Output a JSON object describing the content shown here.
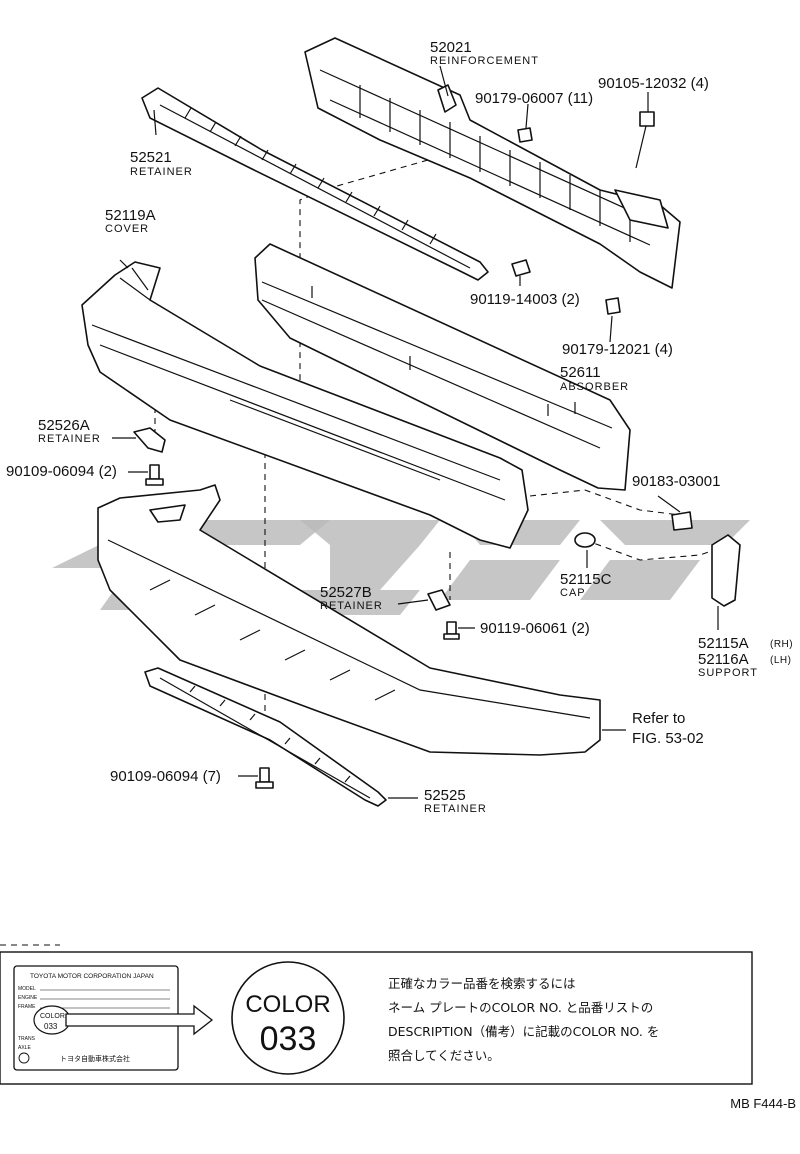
{
  "watermark_color": "#b0b0b0",
  "parts": {
    "reinforcement": {
      "number": "52021",
      "name": "REINFORCEMENT"
    },
    "retainer_top": {
      "number": "52521",
      "name": "RETAINER"
    },
    "cover": {
      "number": "52119A",
      "name": "COVER"
    },
    "absorber": {
      "number": "52611",
      "name": "ABSORBER"
    },
    "retainer_left": {
      "number": "52526A",
      "name": "RETAINER"
    },
    "retainer_mid": {
      "number": "52527B",
      "name": "RETAINER"
    },
    "cap": {
      "number": "52115C",
      "name": "CAP"
    },
    "support_rh": {
      "number": "52115A",
      "side": "(RH)"
    },
    "support_lh": {
      "number": "52116A",
      "side": "(LH)"
    },
    "support_name": "SUPPORT",
    "retainer_bottom": {
      "number": "52525",
      "name": "RETAINER"
    }
  },
  "fasteners": {
    "f1": "90179-06007 (11)",
    "f2": "90105-12032 (4)",
    "f3": "90119-14003 (2)",
    "f4": "90179-12021 (4)",
    "f5": "90109-06094 (2)",
    "f6": "90183-03001",
    "f7": "90119-06061 (2)",
    "f8": "90109-06094 (7)"
  },
  "reference": {
    "line1": "Refer to",
    "line2": "FIG. 53-02"
  },
  "color_box": {
    "plate_title": "TOYOTA MOTOR CORPORATION JAPAN",
    "plate_rows": [
      "MODEL",
      "ENGINE",
      "FRAME",
      "TRANS",
      "AXLE"
    ],
    "plate_color_label": "COLOR",
    "plate_color_value": "033",
    "plate_footer": "トヨタ自動車株式会社",
    "circle_label": "COLOR",
    "circle_value": "033",
    "jp_lines": [
      "正確なカラー品番を検索するには",
      "ネーム プレートのCOLOR NO. と品番リストの",
      "DESCRIPTION（備考）に記載のCOLOR NO. を",
      "照合してください。"
    ]
  },
  "figure_code": "MB F444-B"
}
